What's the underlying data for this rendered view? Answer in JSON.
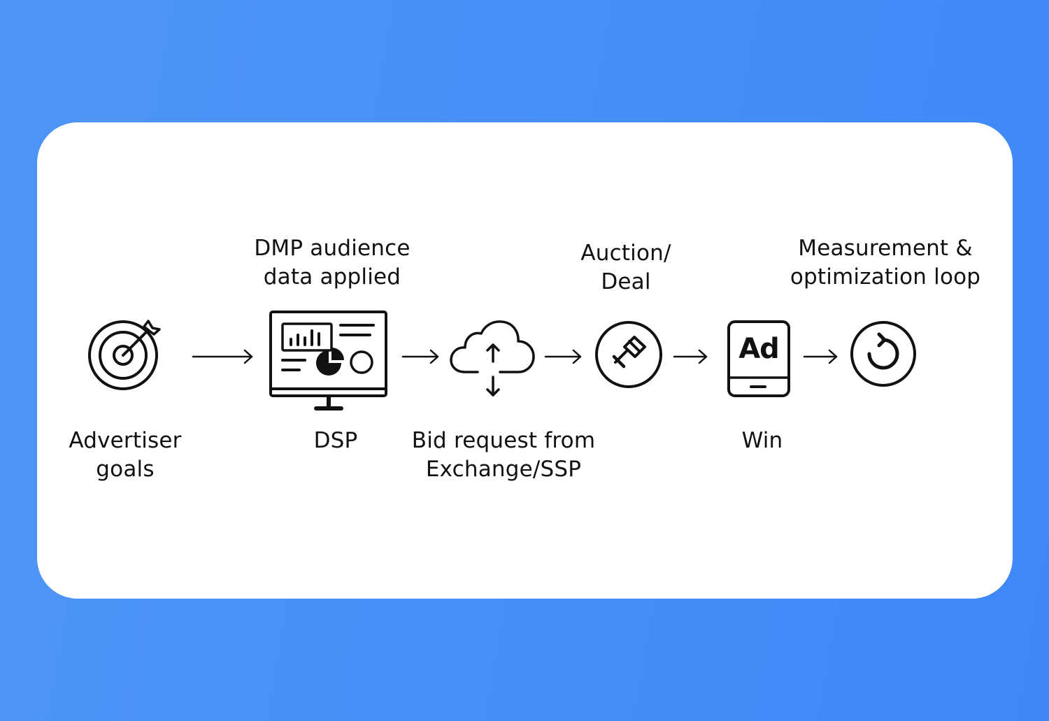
{
  "colors": {
    "background": "#468ff8",
    "card": "#ffffff",
    "ink": "#111111"
  },
  "steps": [
    {
      "icon": "target-icon",
      "label": "Advertiser\ngoals"
    },
    {
      "icon": "dashboard-monitor-icon",
      "label_top": "DMP audience\ndata applied",
      "label_bottom": "DSP"
    },
    {
      "icon": "cloud-upload-download-icon",
      "label_bottom": "Bid request from\nExchange/SSP"
    },
    {
      "icon": "gavel-icon",
      "label_top": "Auction/\nDeal"
    },
    {
      "icon": "ad-tablet-icon",
      "ad_text": "Ad",
      "label_bottom": "Win"
    },
    {
      "icon": "refresh-loop-icon",
      "label_top": "Measurement &\noptimization loop"
    }
  ]
}
